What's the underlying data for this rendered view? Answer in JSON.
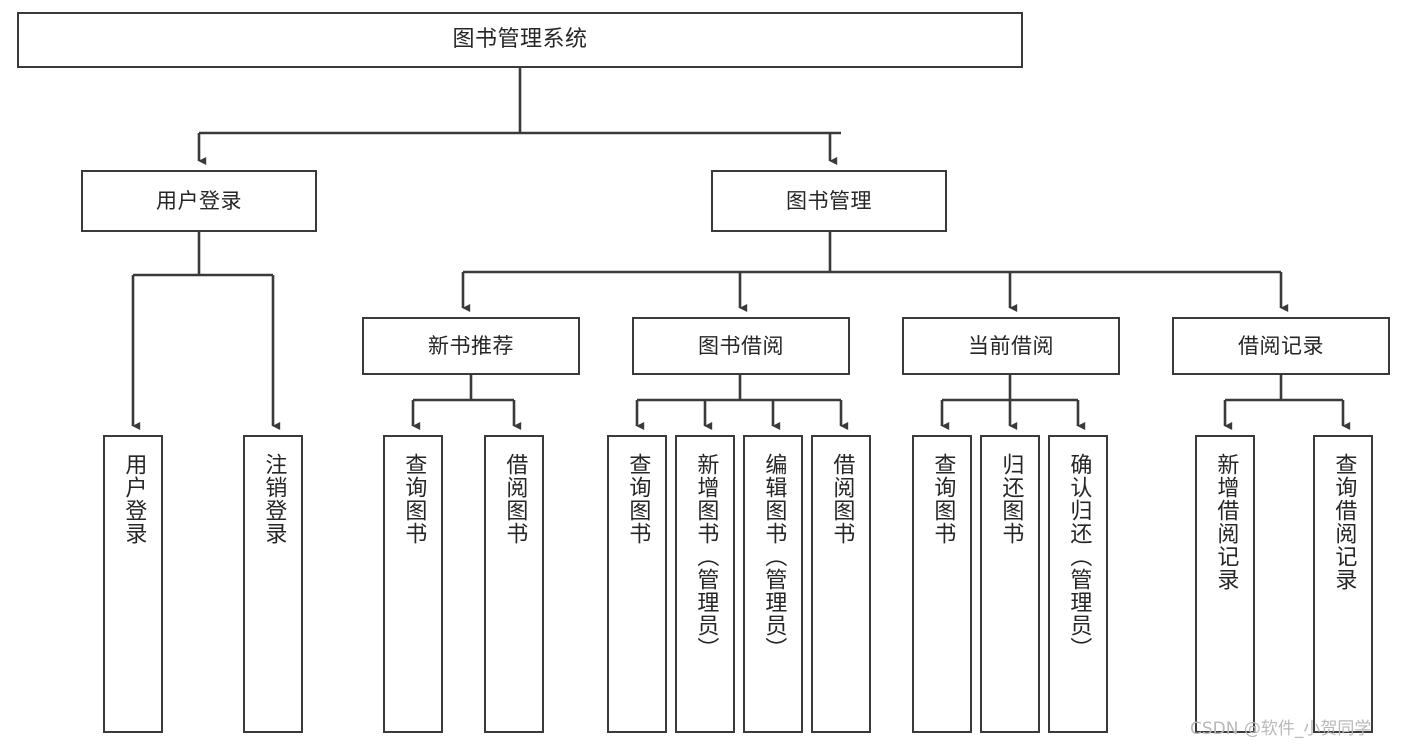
{
  "diagram": {
    "title": "图书管理系统",
    "type": "tree",
    "watermark": "CSDN @软件_小贺同学",
    "colors": {
      "box_border": "#3a3a3a",
      "box_fill": "#ffffff",
      "edge": "#3a3a3a",
      "text": "#262626",
      "watermark": "#b9b9b9",
      "background": "#ffffff"
    },
    "levels": {
      "level1": [
        {
          "id": "root",
          "label": "图书管理系统"
        }
      ],
      "level2": [
        {
          "id": "user-login",
          "label": "用户登录",
          "parent": "root"
        },
        {
          "id": "book-manage",
          "label": "图书管理",
          "parent": "root"
        }
      ],
      "level3": [
        {
          "id": "new-book-recommend",
          "label": "新书推荐",
          "parent": "book-manage"
        },
        {
          "id": "book-borrow",
          "label": "图书借阅",
          "parent": "book-manage"
        },
        {
          "id": "current-borrow",
          "label": "当前借阅",
          "parent": "book-manage"
        },
        {
          "id": "borrow-record",
          "label": "借阅记录",
          "parent": "book-manage"
        }
      ],
      "leaves": [
        {
          "id": "leaf-user-login",
          "label": "用户登录",
          "parent": "user-login"
        },
        {
          "id": "leaf-logout-login",
          "label": "注销登录",
          "parent": "user-login"
        },
        {
          "id": "leaf-query-book-1",
          "label": "查询图书",
          "parent": "new-book-recommend"
        },
        {
          "id": "leaf-borrow-book-1",
          "label": "借阅图书",
          "parent": "new-book-recommend"
        },
        {
          "id": "leaf-query-book-2",
          "label": "查询图书",
          "parent": "book-borrow"
        },
        {
          "id": "leaf-add-book",
          "label": "新增图书（管理员）",
          "parent": "book-borrow"
        },
        {
          "id": "leaf-edit-book",
          "label": "编辑图书（管理员）",
          "parent": "book-borrow"
        },
        {
          "id": "leaf-borrow-book-2",
          "label": "借阅图书",
          "parent": "book-borrow"
        },
        {
          "id": "leaf-query-book-3",
          "label": "查询图书",
          "parent": "current-borrow"
        },
        {
          "id": "leaf-return-book",
          "label": "归还图书",
          "parent": "current-borrow"
        },
        {
          "id": "leaf-confirm-return",
          "label": "确认归还（管理员）",
          "parent": "current-borrow"
        },
        {
          "id": "leaf-add-record",
          "label": "新增借阅记录",
          "parent": "borrow-record"
        },
        {
          "id": "leaf-query-record",
          "label": "查询借阅记录",
          "parent": "borrow-record"
        }
      ]
    }
  }
}
